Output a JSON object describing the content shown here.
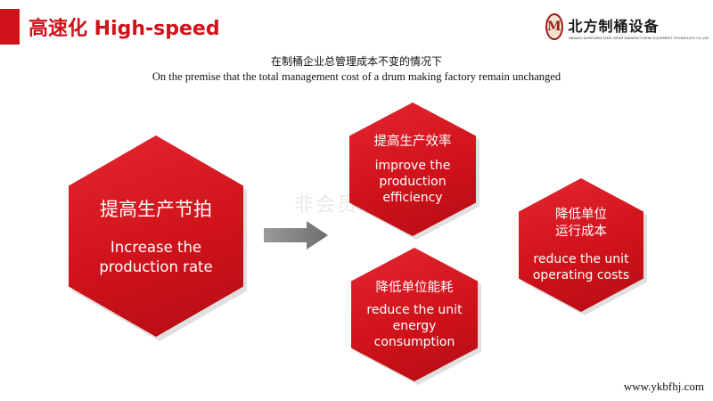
{
  "header": {
    "title": "高速化 High-speed",
    "accent_color": "#d0121b"
  },
  "logo": {
    "mark": "M",
    "name": "北方制桶设备",
    "subtitle": "YINGKOU NORTHERN STEEL DRUM MANUFACTURING EQUIPMENT TECHNOLOGY CO.,LTD",
    "icon": "company-emblem-icon"
  },
  "premise": {
    "cn": "在制桶企业总管理成本不变的情况下",
    "en": "On the premise that the total management cost of a drum making factory remain unchanged"
  },
  "main_hex": {
    "cn": "提高生产节拍",
    "en_line1": "Increase the",
    "en_line2": "production rate"
  },
  "arrow": {
    "icon": "right-arrow-icon",
    "color": "#7f7f7f"
  },
  "watermark": "非会员水印",
  "results": [
    {
      "cn_line1": "提高生产效率",
      "en_line1": "improve the",
      "en_line2": "production",
      "en_line3": "efficiency"
    },
    {
      "cn_line1": "降低单位",
      "cn_line2": "运行成本",
      "en_line1": "reduce the unit",
      "en_line2": "operating costs"
    },
    {
      "cn_line1": "降低单位能耗",
      "en_line1": "reduce the unit",
      "en_line2": "energy",
      "en_line3": "consumption"
    }
  ],
  "footer": {
    "url": "www.ykbfhj.com"
  }
}
